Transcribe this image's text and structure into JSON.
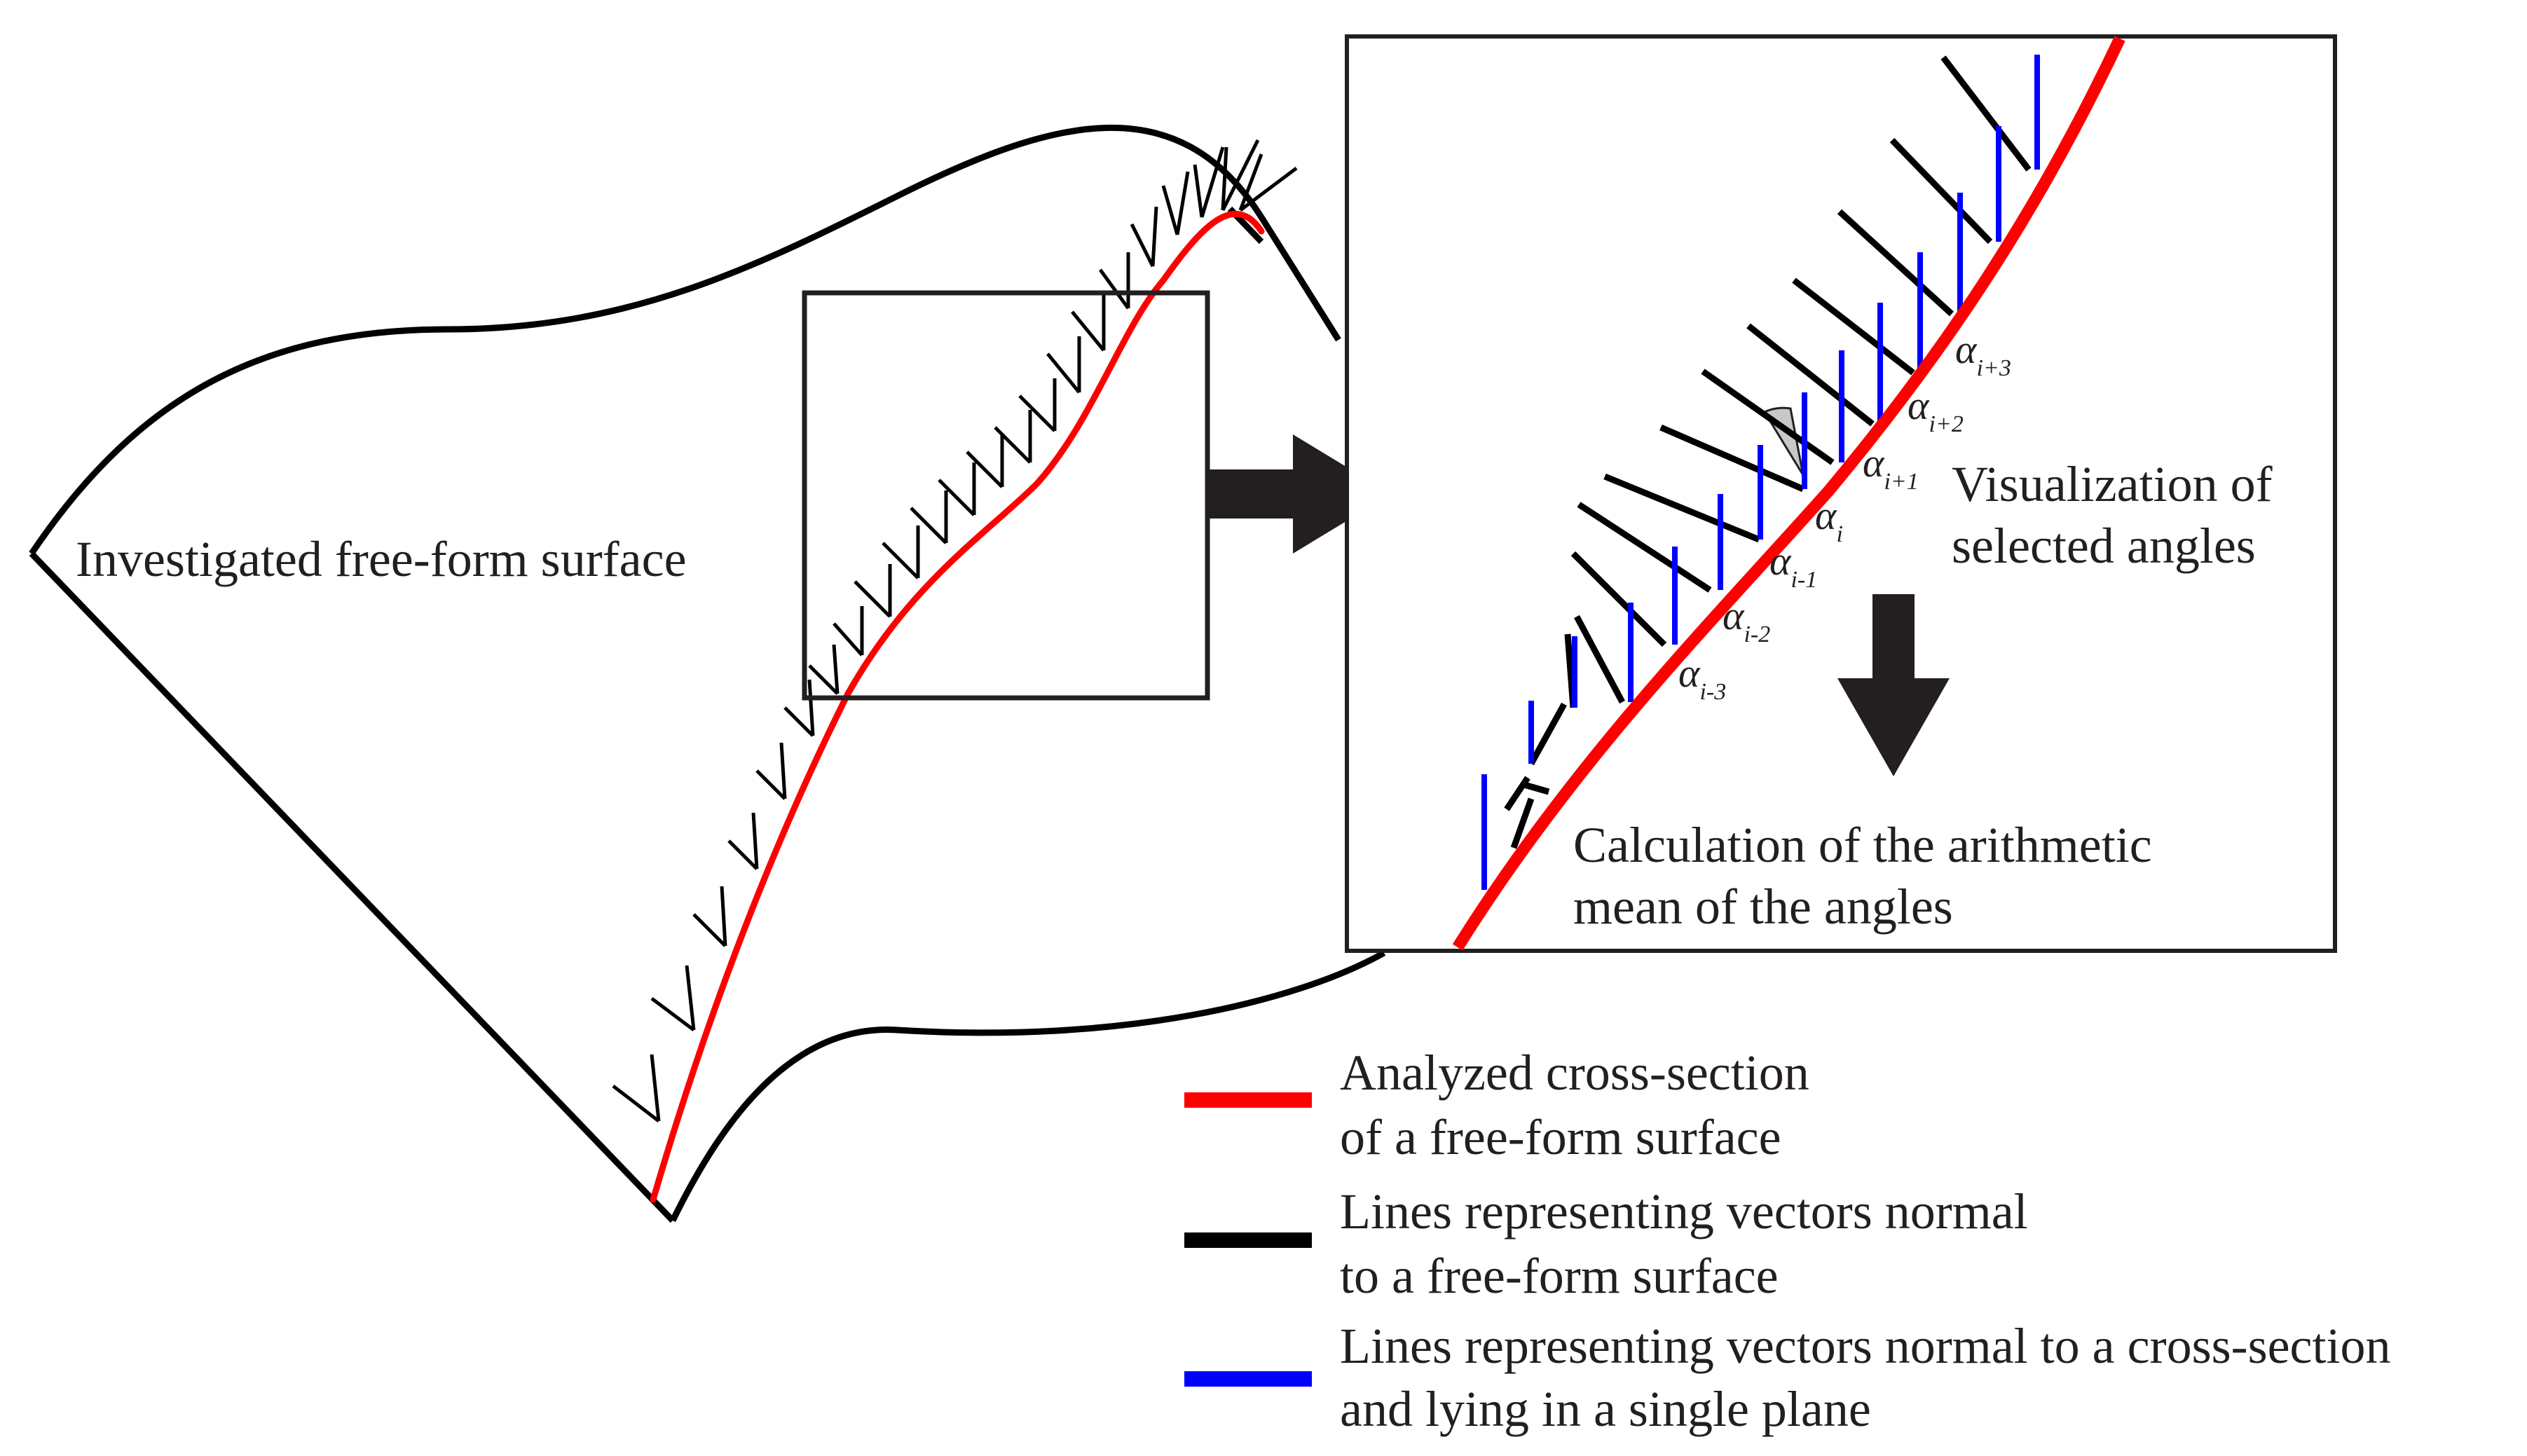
{
  "surface_label": "Investigated free-form surface",
  "inset": {
    "angle_labels": [
      {
        "symbol": "α",
        "sub": "i+3"
      },
      {
        "symbol": "α",
        "sub": "i+2"
      },
      {
        "symbol": "α",
        "sub": "i+1"
      },
      {
        "symbol": "α",
        "sub": "i"
      },
      {
        "symbol": "α",
        "sub": "i-1"
      },
      {
        "symbol": "α",
        "sub": "i-2"
      },
      {
        "symbol": "α",
        "sub": "i-3"
      }
    ],
    "visualization_line1": "Visualization of",
    "visualization_line2": "selected angles",
    "calculation_line1": "Calculation of the arithmetic",
    "calculation_line2": "mean of the angles"
  },
  "legend": [
    {
      "color": "#ff0000",
      "line1": "Analyzed cross-section",
      "line2": "of a free-form surface"
    },
    {
      "color": "#000000",
      "line1": "Lines representing vectors normal",
      "line2": "to a free-form surface"
    },
    {
      "color": "#0000ff",
      "line1": "Lines representing vectors normal to a cross-section",
      "line2": "and lying in a single plane"
    }
  ],
  "colors": {
    "section": "#ff0000",
    "surface_normals": "#000000",
    "plane_normals": "#0000ff",
    "highlight_angle": "#c8c8c8"
  }
}
